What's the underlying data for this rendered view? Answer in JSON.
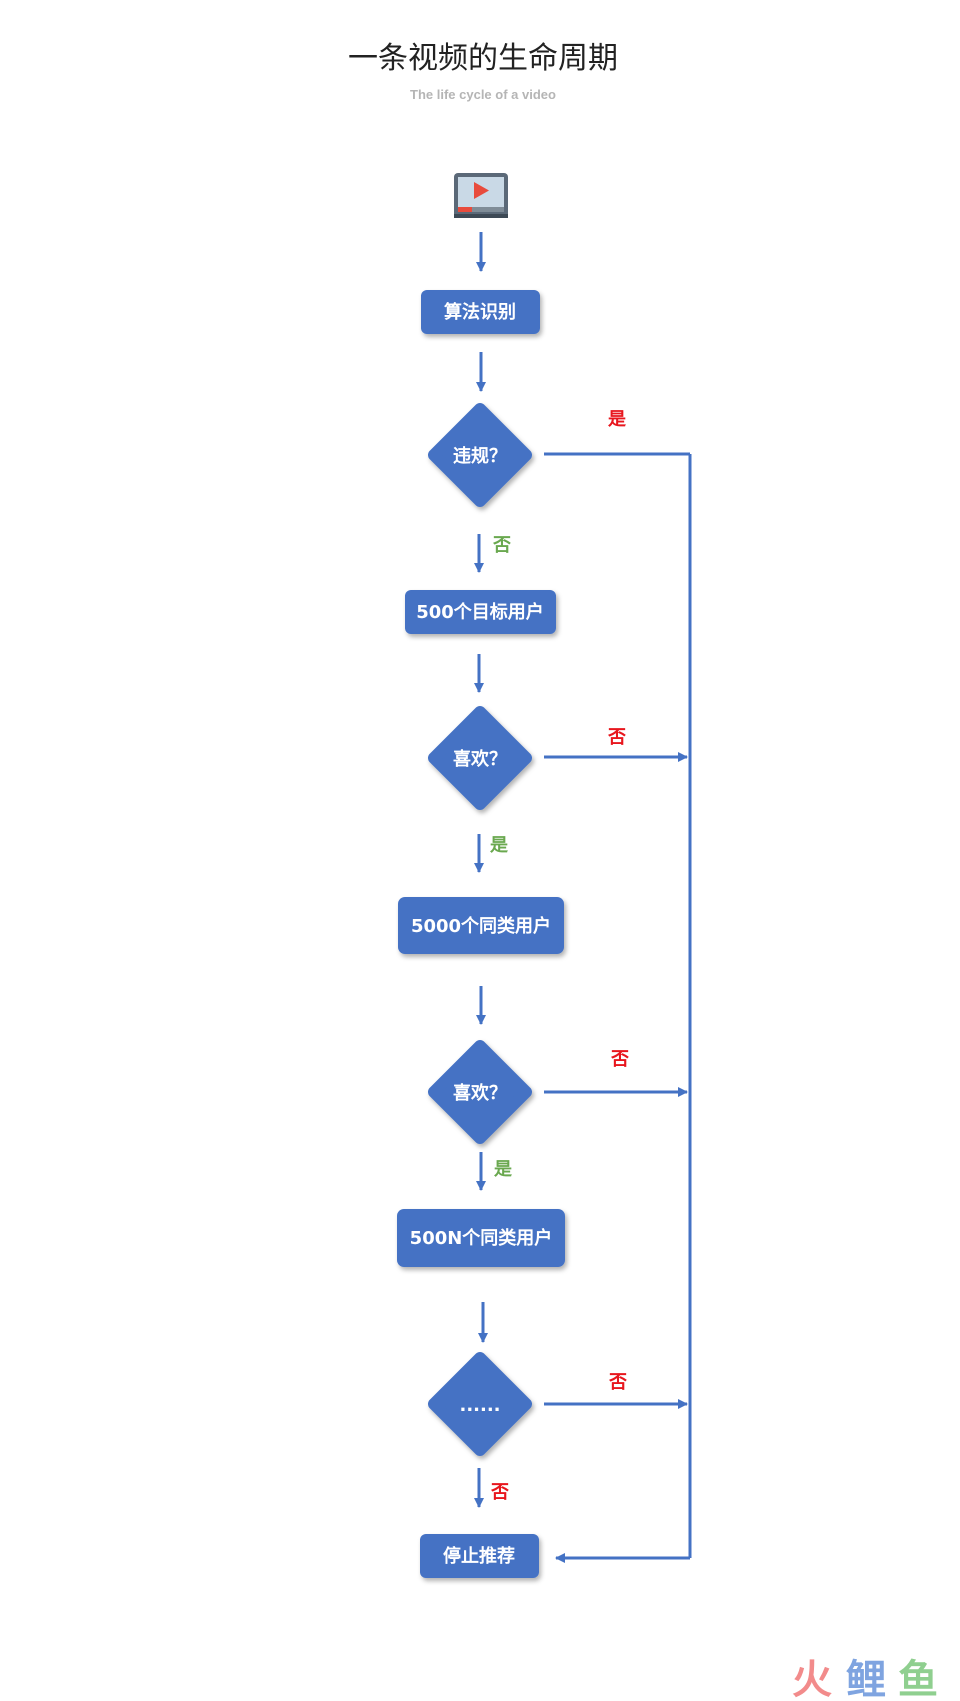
{
  "header": {
    "title": "一条视频的生命周期",
    "subtitle": "The life cycle of a video"
  },
  "nodes": {
    "start": {
      "icon": "video-play-icon"
    },
    "algorithm": {
      "label": "算法识别"
    },
    "violation_check": {
      "label": "违规？"
    },
    "target_users_500": {
      "label": "500个目标用户"
    },
    "like_check_1": {
      "label": "喜欢？"
    },
    "similar_users_5000": {
      "label": "5000个同类用户"
    },
    "like_check_2": {
      "label": "喜欢？"
    },
    "similar_users_500n": {
      "label": "500N个同类用户"
    },
    "more_check": {
      "label": "......"
    },
    "stop": {
      "label": "停止推荐"
    }
  },
  "edges": {
    "violation_yes": "是",
    "violation_no": "否",
    "like1_no": "否",
    "like1_yes": "是",
    "like2_no": "否",
    "like2_yes": "是",
    "more_no_right": "否",
    "more_no_down": "否"
  },
  "watermark": {
    "chars": [
      "火",
      "鲤",
      "鱼"
    ]
  },
  "colors": {
    "node_fill": "#4472c4",
    "arrow": "#4472c4",
    "label_yes_red": "#e8161d",
    "label_green": "#6aa84f"
  }
}
